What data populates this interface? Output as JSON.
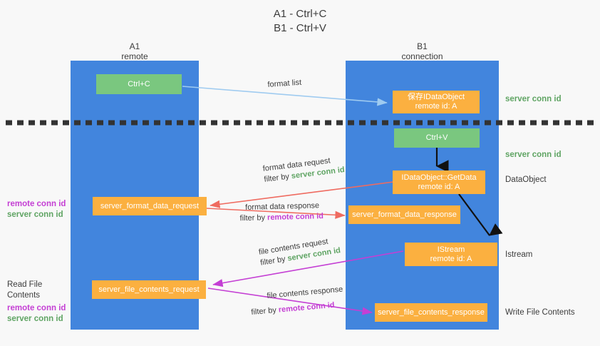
{
  "title": {
    "line1": "A1 - Ctrl+C",
    "line2": "B1 - Ctrl+V"
  },
  "columns": [
    {
      "name": "A1",
      "sub": "remote"
    },
    {
      "name": "B1",
      "sub": "connection"
    }
  ],
  "boxes": {
    "ctrl_c": {
      "label": "Ctrl+C"
    },
    "ctrl_v": {
      "label": "Ctrl+V"
    },
    "save_idataobject": {
      "line1": "保存IDataObject",
      "line2": "remote id: A"
    },
    "getdata": {
      "line1": "IDataObject::GetData",
      "line2": "remote id: A"
    },
    "istream": {
      "line1": "IStream",
      "line2": "remote id: A"
    },
    "server_format_data_request": {
      "label": "server_format_data_request"
    },
    "server_format_data_response": {
      "label": "server_format_data_response"
    },
    "server_file_contents_request": {
      "label": "server_file_contents_request"
    },
    "server_file_contents_response": {
      "label": "server_file_contents_response"
    }
  },
  "edges": {
    "format_list": {
      "label": "format list"
    },
    "format_data_request": {
      "line1": "format data request",
      "prefix": "filter by ",
      "id": "server conn id"
    },
    "format_data_response": {
      "line1": "format data response",
      "prefix": "filter by ",
      "id": "remote conn id"
    },
    "file_contents_request": {
      "line1": "file contents request",
      "prefix": "filter by ",
      "id": "server conn id"
    },
    "file_contents_response": {
      "line1": "file contents response",
      "prefix": "filter by ",
      "id": "remote conn id"
    }
  },
  "right_labels": {
    "server_conn_id_top": "server conn id",
    "server_conn_id_mid": "server conn id",
    "dataobject": "DataObject",
    "istream": "Istream",
    "write_file_contents": "Write File Contents"
  },
  "left_labels": {
    "remote_conn_id_1": "remote conn id",
    "server_conn_id_1": "server conn id",
    "read_file_contents": "Read File Contents",
    "remote_conn_id_2": "remote conn id",
    "server_conn_id_2": "server conn id"
  },
  "colors": {
    "lane_blue": "#4285dd",
    "box_green": "#7ac77f",
    "box_orange": "#fbb040",
    "green_text": "#5fa463",
    "purple_text": "#c43fd4",
    "arrow_lightblue": "#9fcbf0",
    "arrow_red": "#ef6b60",
    "arrow_magenta": "#c43fd4",
    "arrow_black": "#111111",
    "divider": "#333333",
    "background": "#f8f8f8"
  }
}
